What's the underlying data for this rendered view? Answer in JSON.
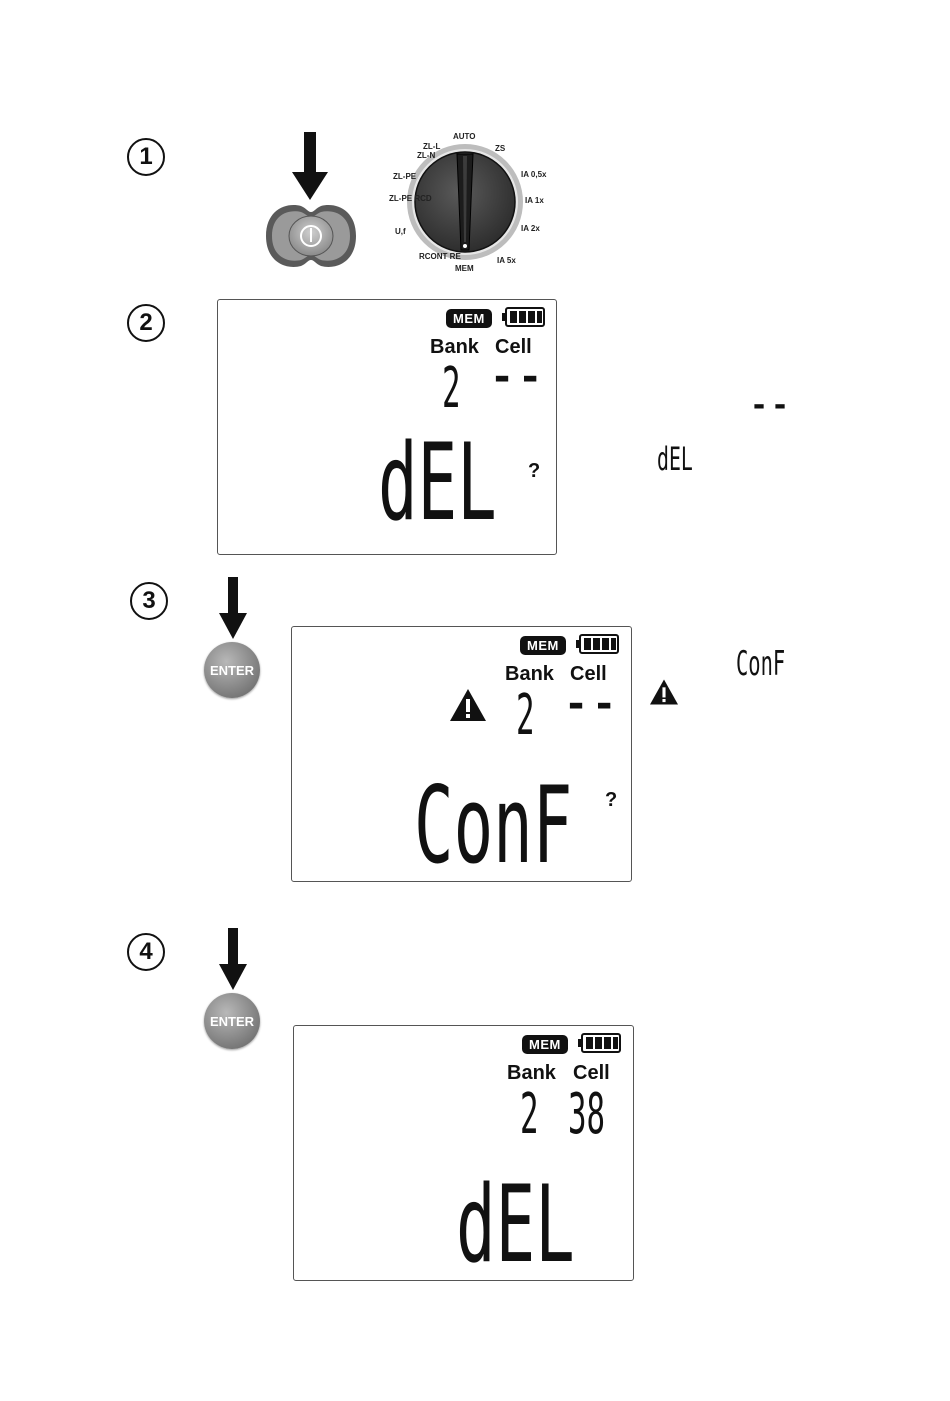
{
  "steps": [
    {
      "number": "1"
    },
    {
      "number": "2"
    },
    {
      "number": "3"
    },
    {
      "number": "4"
    }
  ],
  "dial": {
    "labels": [
      "AUTO",
      "ZL-L",
      "ZL-N",
      "ZL-PE",
      "ZL-PE RCD",
      "U,f",
      "RCONT RE",
      "MEM",
      "ZS",
      "IA 0,5x",
      "IA 1x",
      "IA 2x",
      "IA 5x"
    ]
  },
  "lcd_common": {
    "mem": "MEM",
    "bank_label": "Bank",
    "cell_label": "Cell"
  },
  "screen2": {
    "bank": "2",
    "cell": "--",
    "main": "dEL",
    "question": "?"
  },
  "screen3": {
    "bank": "2",
    "cell": "--",
    "main": "ConF",
    "question": "?"
  },
  "screen4": {
    "bank": "2",
    "cell": "38",
    "main": "dEL"
  },
  "enter_label": "ENTER",
  "side_glyphs": {
    "dashes": "--",
    "del": "dEL",
    "conf": "ConF"
  },
  "colors": {
    "button_gray": "#7a7a7a",
    "ink": "#111111"
  },
  "icons": [
    "down-arrow-icon",
    "power-icon",
    "warning-icon",
    "battery-icon"
  ]
}
